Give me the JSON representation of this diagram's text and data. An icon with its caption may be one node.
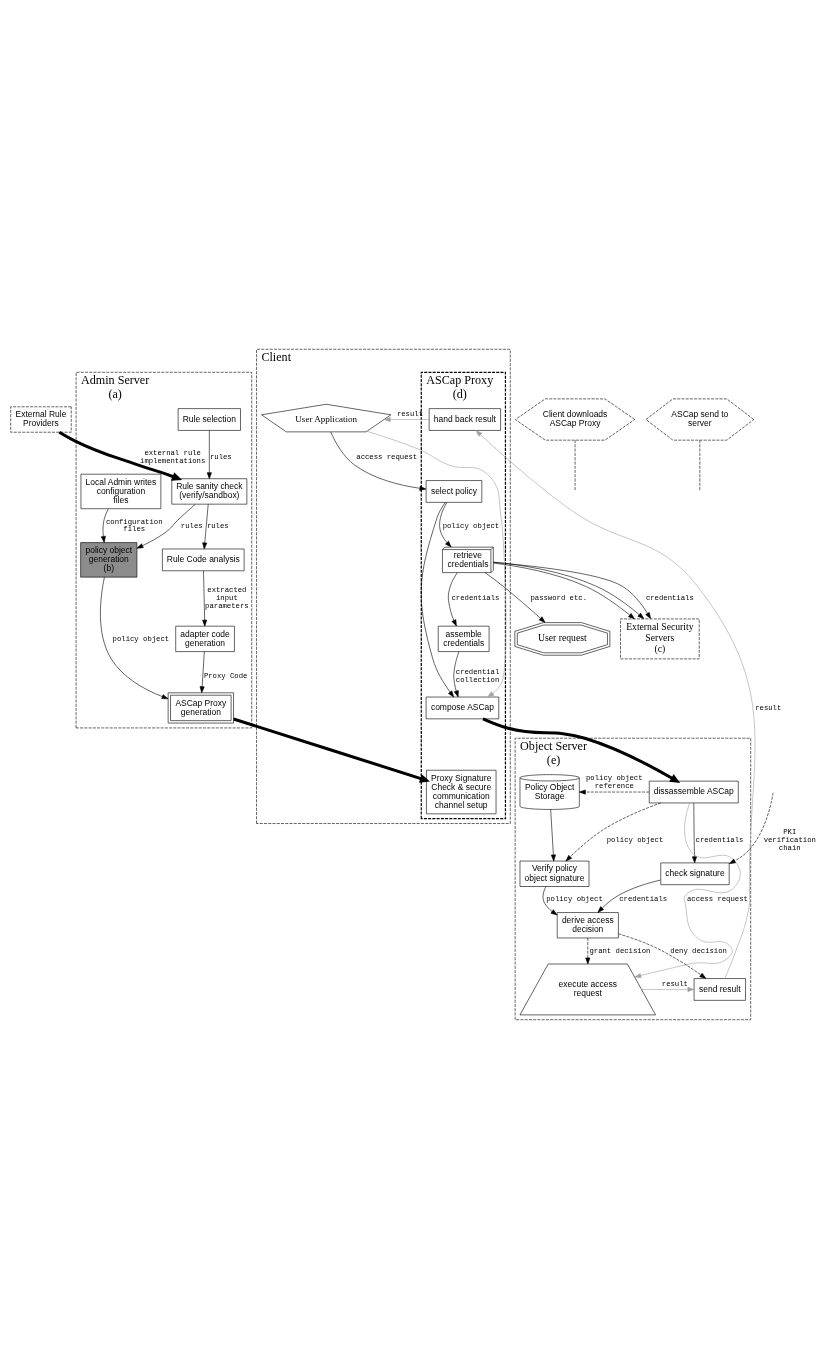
{
  "diagram": {
    "nodes": [
      {
        "text": [
          "External Rule Providers"
        ]
      },
      {
        "text": [
          "Admin Server",
          "(a)"
        ]
      },
      {
        "text": [
          "Rule selection"
        ],
        "in": 1
      },
      {
        "text": [
          "Rule sanity check (verify/sandbox)"
        ],
        "in": 1
      },
      {
        "text": [
          "Rule Code analysis"
        ],
        "in": 1
      },
      {
        "text": [
          "Local Admin writes configuration files"
        ],
        "in": 1
      },
      {
        "text": [
          "policy object generation",
          "(b)"
        ],
        "in": 1
      },
      {
        "text": [
          "adapter code generation"
        ],
        "in": 1
      },
      {
        "text": [
          "ASCap Proxy generation"
        ],
        "in": 1
      },
      {
        "text": [
          "Client downloads ASCap Proxy"
        ]
      },
      {
        "text": [
          "Client"
        ]
      },
      {
        "text": [
          "ASCap Proxy",
          "(d)"
        ],
        "in": 10
      },
      {
        "text": [
          "Proxy Signature Check & secure communication channel setup"
        ],
        "in": 11
      },
      {
        "text": [
          "User request"
        ]
      },
      {
        "text": [
          "External Security Servers",
          "(c)"
        ]
      },
      {
        "text": [
          "User Application"
        ],
        "in": 10
      },
      {
        "text": [
          "select policy"
        ],
        "in": 11
      },
      {
        "text": [
          "retrieve credentials"
        ],
        "in": 11
      },
      {
        "text": [
          "assemble credentials"
        ],
        "in": 11
      },
      {
        "text": [
          "compose ASCap"
        ],
        "in": 11
      },
      {
        "text": [
          "hand back result"
        ],
        "in": 11
      },
      {
        "text": [
          "ASCap send to server"
        ]
      },
      {
        "text": [
          "Object Server",
          "(e)"
        ]
      },
      {
        "text": [
          "Policy Object Storage"
        ],
        "in": 22
      },
      {
        "text": [
          "dissassemble ASCap"
        ],
        "in": 22
      },
      {
        "text": [
          "Verify policy object signature"
        ],
        "in": 22
      },
      {
        "text": [
          "send result"
        ],
        "in": 22
      },
      {
        "text": [
          "derive access decision"
        ],
        "in": 22
      },
      {
        "text": [
          "check signature"
        ],
        "in": 22
      },
      {
        "text": [
          "execute access request"
        ],
        "in": 22
      }
    ],
    "edges": [
      {
        "from": 0,
        "to": 3,
        "arrow": "to",
        "label": "external rule implementations",
        "style": "thick"
      },
      {
        "from": 2,
        "to": 3,
        "arrow": "to",
        "label": "rules"
      },
      {
        "from": 3,
        "to": 4,
        "arrow": "to",
        "label": "rules"
      },
      {
        "from": 3,
        "to": 6,
        "arrow": "to",
        "label": "rules"
      },
      {
        "from": 5,
        "to": 6,
        "arrow": "to",
        "label": "configuration files"
      },
      {
        "from": 4,
        "to": 7,
        "arrow": "to",
        "label": "extracted input parameters"
      },
      {
        "from": 6,
        "to": 8,
        "arrow": "to",
        "label": "policy object"
      },
      {
        "from": 7,
        "to": 8,
        "arrow": "to",
        "label": "Proxy Code"
      },
      {
        "from": 8,
        "to": 12,
        "arrow": "to",
        "style": "thick"
      },
      {
        "from": 9,
        "to": null,
        "arrow": "none",
        "style": "dashed"
      },
      {
        "from": 15,
        "to": 16,
        "arrow": "to",
        "label": "access request"
      },
      {
        "from": 16,
        "to": 17,
        "arrow": "to",
        "label": "policy object"
      },
      {
        "from": 16,
        "to": 19,
        "arrow": "to"
      },
      {
        "from": 17,
        "to": 13,
        "arrow": "to",
        "label": "password etc."
      },
      {
        "from": 17,
        "to": 14,
        "arrow": "to"
      },
      {
        "from": 17,
        "to": 14,
        "arrow": "to"
      },
      {
        "from": 17,
        "to": 14,
        "arrow": "to",
        "label": "credentials"
      },
      {
        "from": 17,
        "to": 18,
        "arrow": "to",
        "label": "credentials"
      },
      {
        "from": 18,
        "to": 19,
        "arrow": "to",
        "label": "credential collection"
      },
      {
        "from": 15,
        "to": 19,
        "arrow": "to",
        "color": "#a0a0a0"
      },
      {
        "from": 20,
        "to": 15,
        "arrow": "to",
        "label": "result",
        "color": "#a0a0a0"
      },
      {
        "from": 19,
        "to": 24,
        "arrow": "to",
        "style": "thick"
      },
      {
        "from": 21,
        "to": null,
        "arrow": "none",
        "style": "dashed"
      },
      {
        "from": 24,
        "to": 23,
        "arrow": "to",
        "label": "policy object reference",
        "style": "dashed"
      },
      {
        "from": 24,
        "to": 25,
        "arrow": "to",
        "label": "policy object",
        "style": "dashed"
      },
      {
        "from": 23,
        "to": 25,
        "arrow": "to"
      },
      {
        "from": 25,
        "to": 27,
        "arrow": "to",
        "label": "policy object"
      },
      {
        "from": 24,
        "to": 28,
        "arrow": "to",
        "label": "credentials"
      },
      {
        "from": 28,
        "to": 27,
        "arrow": "to",
        "label": "credentials"
      },
      {
        "from": 27,
        "to": 26,
        "arrow": "to",
        "label": "deny decision",
        "style": "dashed"
      },
      {
        "from": 27,
        "to": 29,
        "arrow": "to",
        "label": "grant decision",
        "style": "dashed"
      },
      {
        "from": 29,
        "to": 26,
        "arrow": "to",
        "label": "result",
        "color": "#a0a0a0"
      },
      {
        "from": 26,
        "to": 20,
        "arrow": "to",
        "label": "result",
        "color": "#a0a0a0"
      },
      {
        "from": 24,
        "to": 29,
        "arrow": "to",
        "label": "access request",
        "color": "#a0a0a0"
      },
      {
        "from": null,
        "to": 28,
        "arrow": "to",
        "label": "PKI verification chain",
        "style": "dashed"
      }
    ]
  }
}
